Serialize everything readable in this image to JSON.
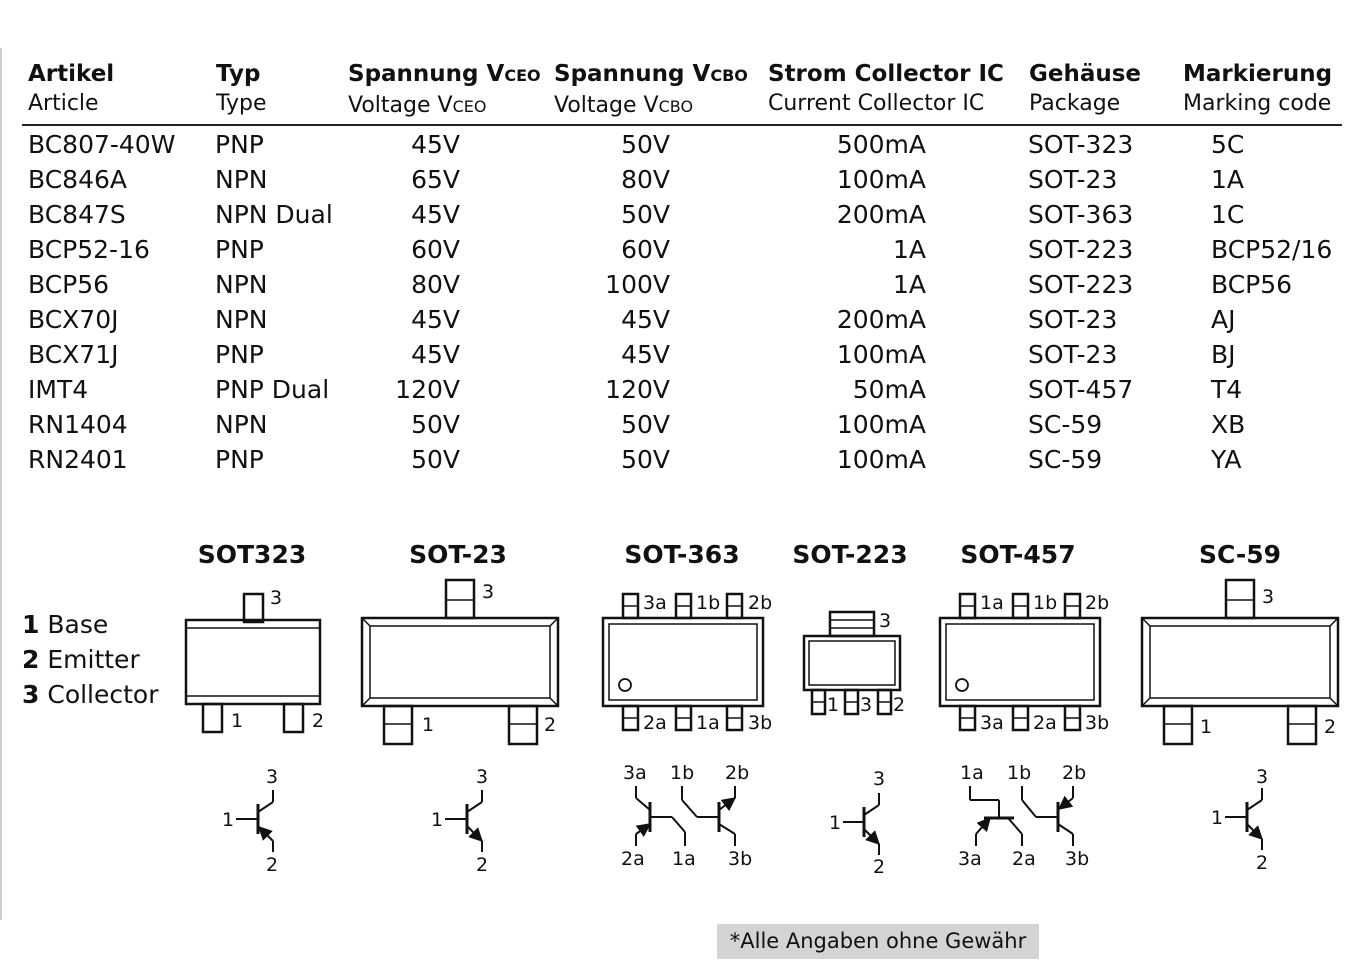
{
  "table": {
    "headers": [
      {
        "de": "Artikel",
        "en": "Article"
      },
      {
        "de": "Typ",
        "en": "Type"
      },
      {
        "de": "Spannung V",
        "de_sub": "CEO",
        "en": "Voltage V",
        "en_sub": "CEO"
      },
      {
        "de": "Spannung V",
        "de_sub": "CBO",
        "en": "Voltage V",
        "en_sub": "CBO"
      },
      {
        "de": "Strom Collector IC",
        "en": "Current Collector IC"
      },
      {
        "de": "Gehäuse",
        "en": "Package"
      },
      {
        "de": "Markierung",
        "en": "Marking code"
      }
    ],
    "rows": [
      {
        "article": "BC807-40W",
        "type": "PNP",
        "vceo": "45V",
        "vcbo": "50V",
        "current": "500mA",
        "package": "SOT-323",
        "marking": "5C"
      },
      {
        "article": "BC846A",
        "type": "NPN",
        "vceo": "65V",
        "vcbo": "80V",
        "current": "100mA",
        "package": "SOT-23",
        "marking": "1A"
      },
      {
        "article": "BC847S",
        "type": "NPN Dual",
        "vceo": "45V",
        "vcbo": "50V",
        "current": "200mA",
        "package": "SOT-363",
        "marking": "1C"
      },
      {
        "article": "BCP52-16",
        "type": "PNP",
        "vceo": "60V",
        "vcbo": "60V",
        "current": "1A",
        "package": "SOT-223",
        "marking": "BCP52/16"
      },
      {
        "article": "BCP56",
        "type": "NPN",
        "vceo": "80V",
        "vcbo": "100V",
        "current": "1A",
        "package": "SOT-223",
        "marking": "BCP56"
      },
      {
        "article": "BCX70J",
        "type": "NPN",
        "vceo": "45V",
        "vcbo": "45V",
        "current": "200mA",
        "package": "SOT-23",
        "marking": "AJ"
      },
      {
        "article": "BCX71J",
        "type": "PNP",
        "vceo": "45V",
        "vcbo": "45V",
        "current": "100mA",
        "package": "SOT-23",
        "marking": "BJ"
      },
      {
        "article": "IMT4",
        "type": "PNP Dual",
        "vceo": "120V",
        "vcbo": "120V",
        "current": "50mA",
        "package": "SOT-457",
        "marking": "T4"
      },
      {
        "article": "RN1404",
        "type": "NPN",
        "vceo": "50V",
        "vcbo": "50V",
        "current": "100mA",
        "package": "SC-59",
        "marking": "XB"
      },
      {
        "article": "RN2401",
        "type": "PNP",
        "vceo": "50V",
        "vcbo": "50V",
        "current": "100mA",
        "package": "SC-59",
        "marking": "YA"
      }
    ]
  },
  "packages": {
    "titles": [
      "SOT323",
      "SOT-23",
      "SOT-363",
      "SOT-223",
      "SOT-457",
      "SC-59"
    ]
  },
  "legend": [
    {
      "num": "1",
      "label": "Base"
    },
    {
      "num": "2",
      "label": "Emitter"
    },
    {
      "num": "3",
      "label": "Collector"
    }
  ],
  "pins": {
    "p1": "1",
    "p2": "2",
    "p3": "3",
    "p1a": "1a",
    "p1b": "1b",
    "p2a": "2a",
    "p2b": "2b",
    "p3a": "3a",
    "p3b": "3b"
  },
  "footnote": "*Alle Angaben ohne Gewähr"
}
